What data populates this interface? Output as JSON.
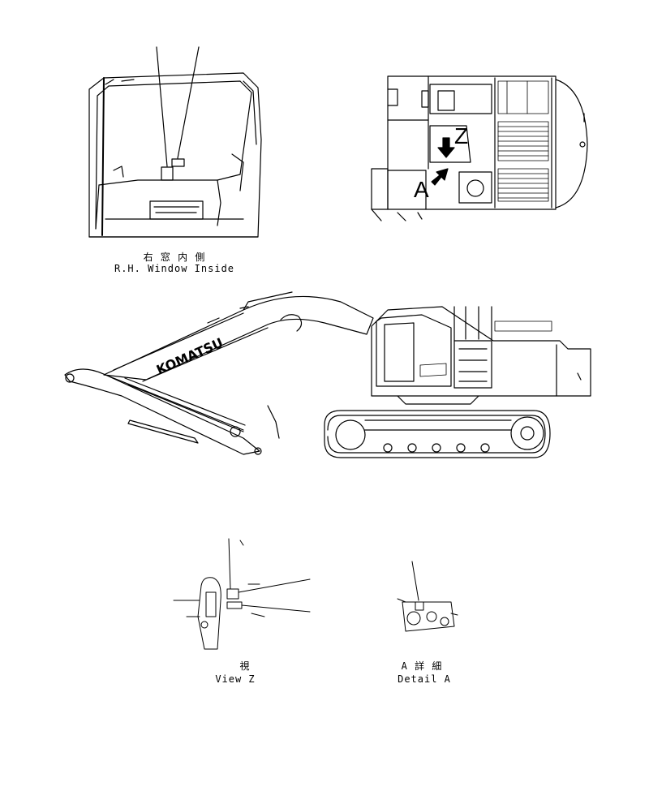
{
  "captions": {
    "window_jp": "右 窓 内 側",
    "window_en": "R.H. Window Inside",
    "view_jp": "視",
    "view_en": "View Z",
    "detail_jp": "A 詳 細",
    "detail_en": "Detail A"
  },
  "callouts": {
    "z": "Z",
    "a": "A"
  },
  "brand": "KOMATSU"
}
